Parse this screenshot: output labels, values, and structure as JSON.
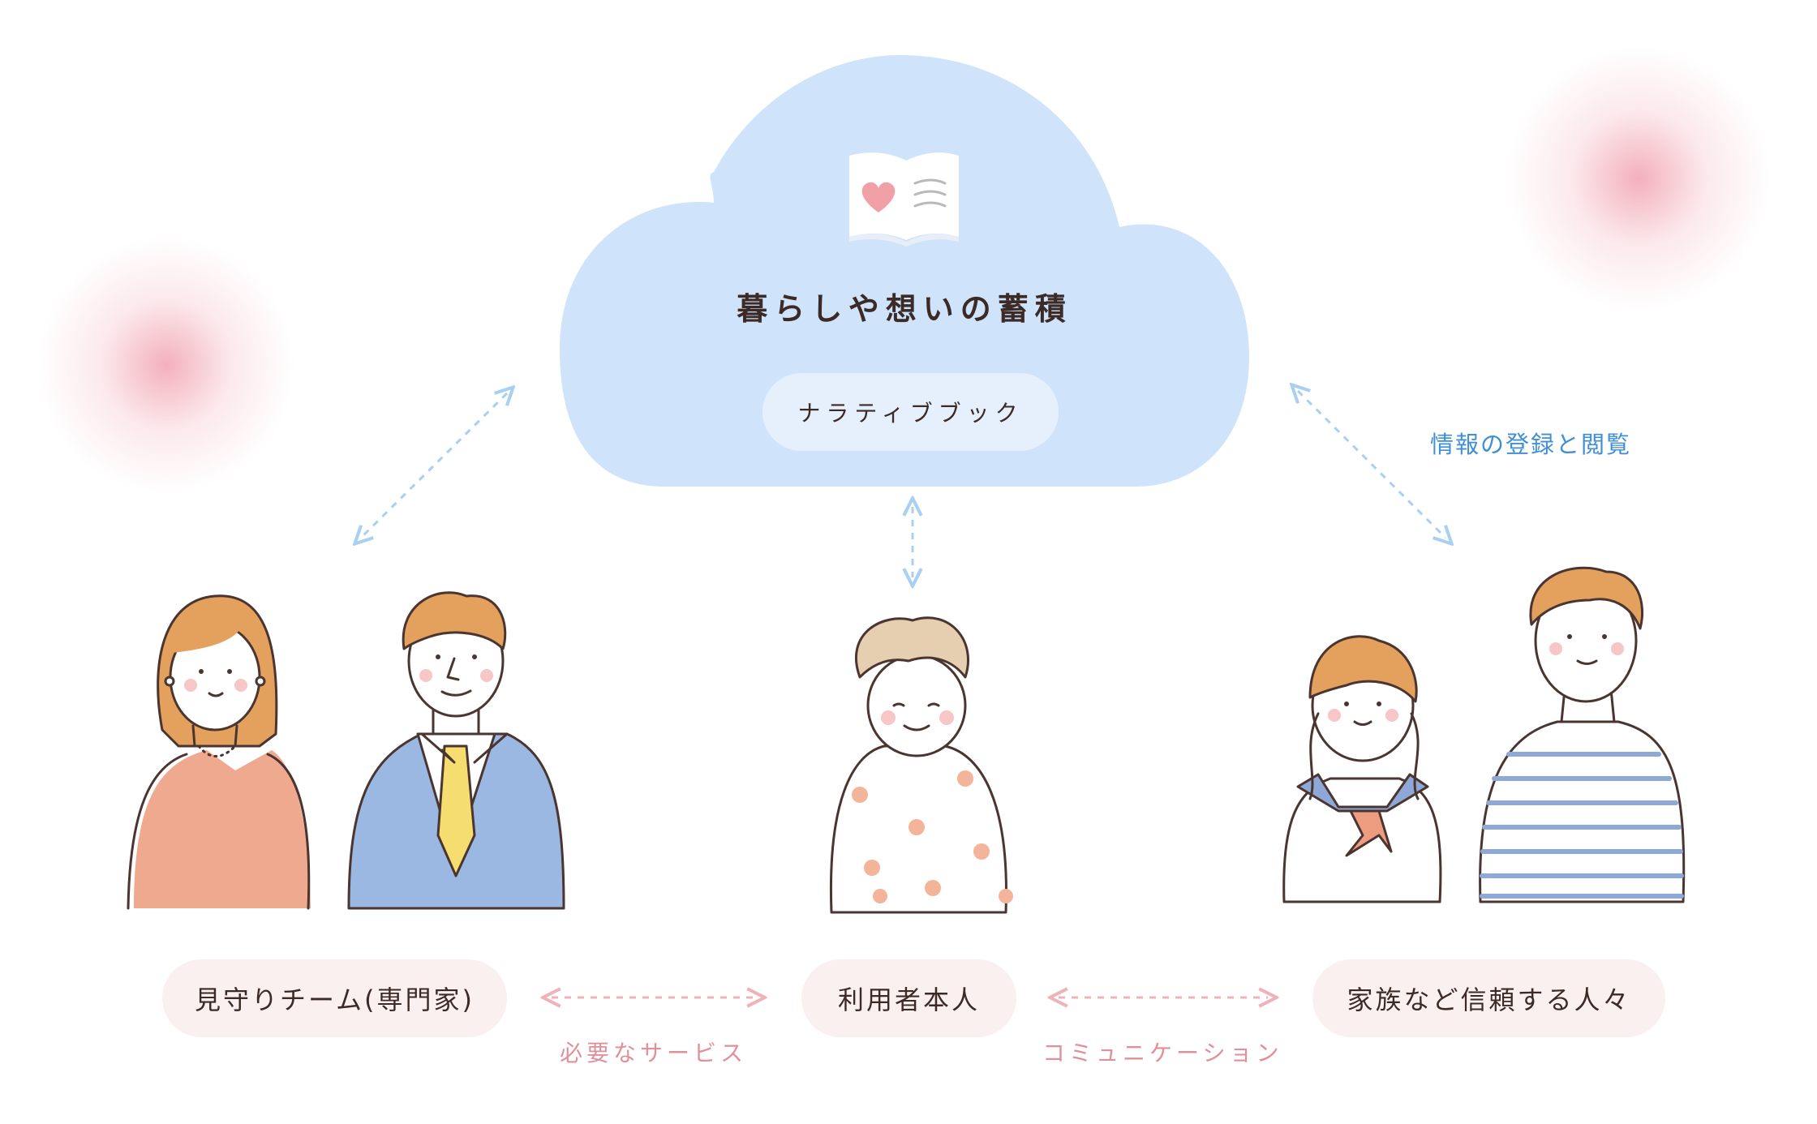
{
  "cloud": {
    "title": "暮らしや想いの蓄積",
    "badge": "ナラティブブック",
    "icon": "open-book-heart-icon"
  },
  "side_caption": "情報の登録と閲覧",
  "groups": [
    {
      "label": "見守りチーム(専門家)"
    },
    {
      "label": "利用者本人"
    },
    {
      "label": "家族など信頼する人々"
    }
  ],
  "links": [
    {
      "label": "必要なサービス"
    },
    {
      "label": "コミュニケーション"
    }
  ],
  "colors": {
    "cloud": "#cfe3fb",
    "cloud_badge": "#e6f0fd",
    "pill": "#fbf0f0",
    "accent_blue": "#3f8fd6",
    "accent_pink": "#e0909a",
    "arrow_blue": "#a9d0f2",
    "arrow_pink": "#efb2b9",
    "outline": "#4a3530"
  }
}
